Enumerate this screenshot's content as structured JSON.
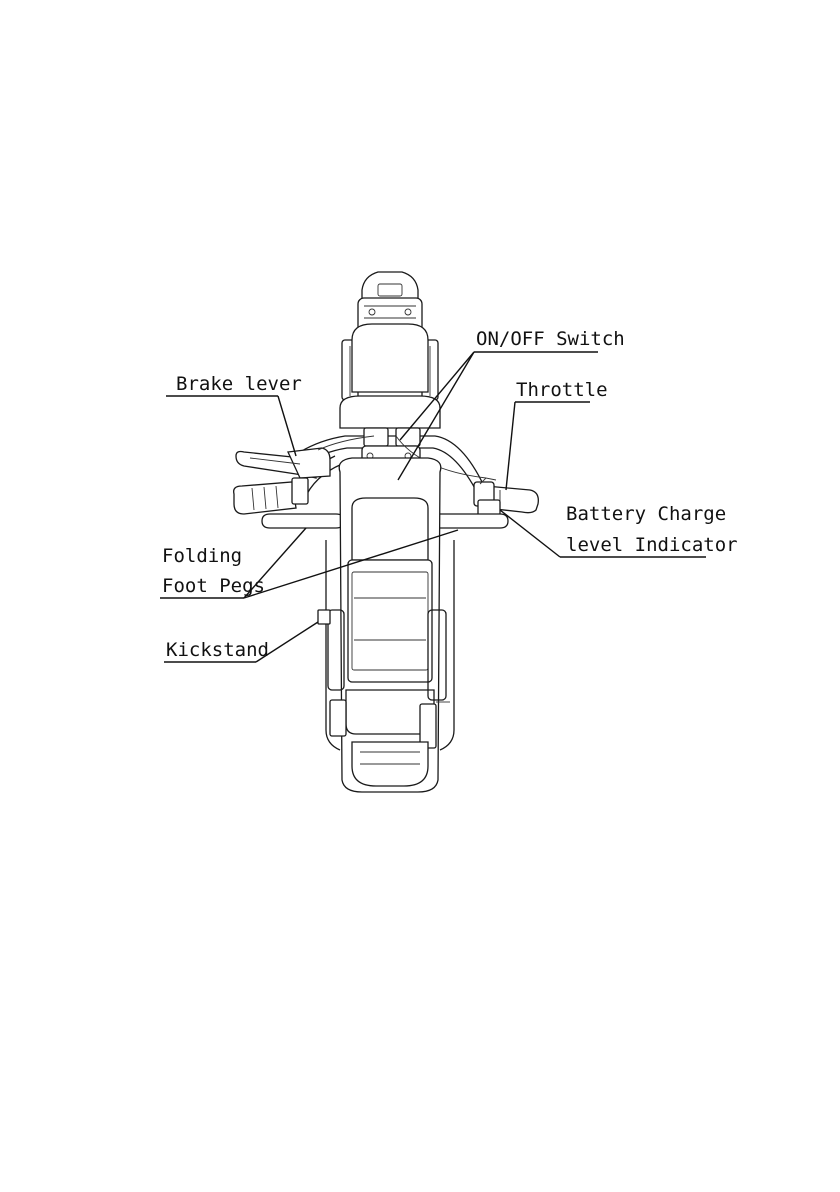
{
  "labels": {
    "on_off_switch": "ON/OFF Switch",
    "brake_lever": "Brake lever",
    "throttle": "Throttle",
    "battery_line1": "Battery Charge",
    "battery_line2": "level Indicator",
    "folding_line1": "Folding",
    "folding_line2": "Foot Pegs",
    "kickstand": "Kickstand"
  },
  "colors": {
    "line": "#111111",
    "background": "#ffffff"
  }
}
